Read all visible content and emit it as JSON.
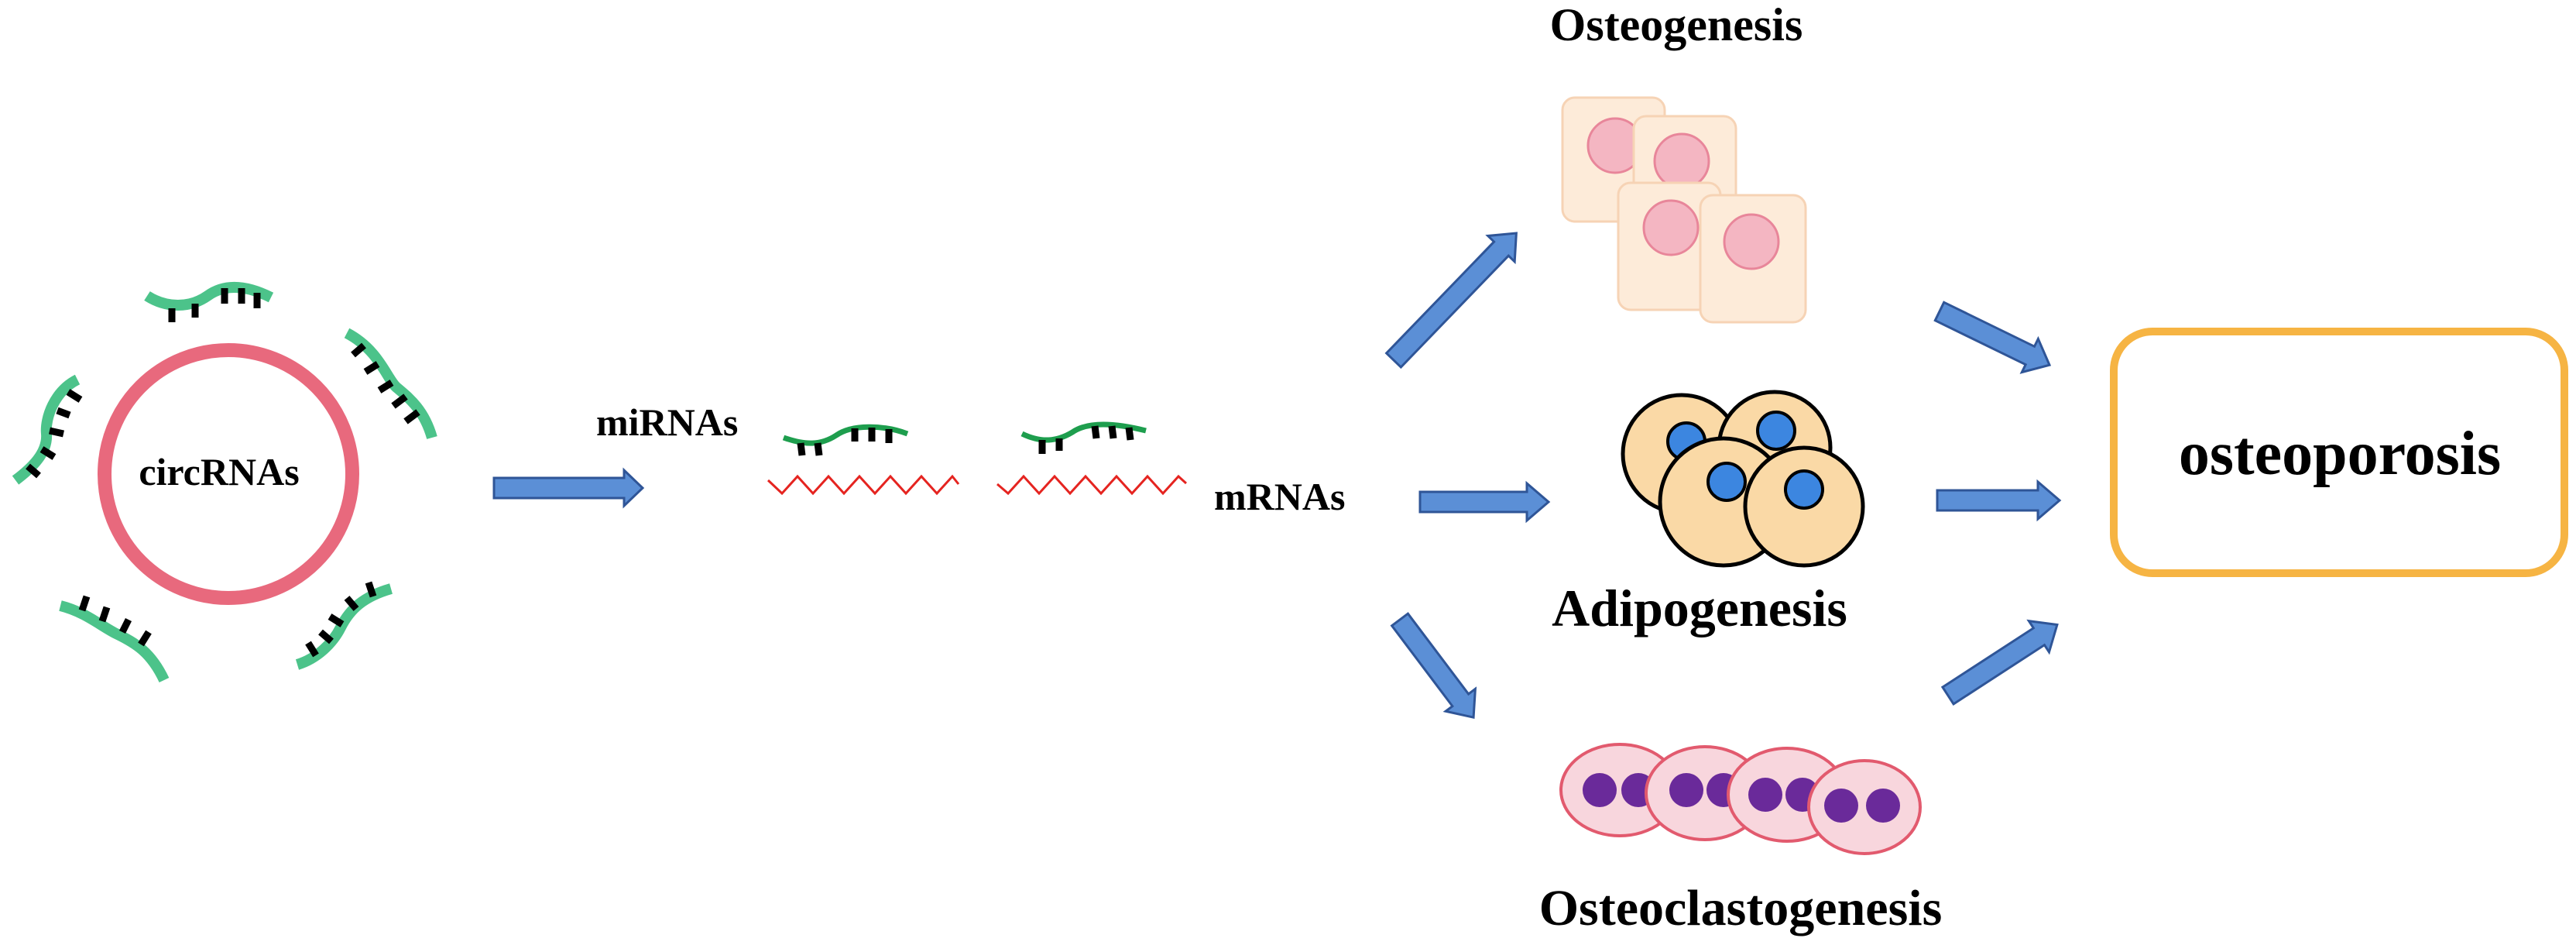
{
  "labels": {
    "circrnas": "circRNAs",
    "mirnas": "miRNAs",
    "mrnas": "mRNAs",
    "osteogenesis": "Osteogenesis",
    "adipogenesis": "Adipogenesis",
    "osteoclastogenesis": "Osteoclastogenesis",
    "osteoporosis": "osteoporosis"
  },
  "colors": {
    "circ_ring": "#E8697D",
    "mirna_strand": "#4CC38A",
    "mirna_strand_small": "#1E9E4E",
    "seed_tick": "#000000",
    "mrna": "#E52420",
    "arrow_fill": "#5B8FD6",
    "arrow_stroke": "#2F5597",
    "osteoblast_body": "#FDEBD9",
    "osteoblast_border": "#F6D3B5",
    "osteoblast_nucleus": "#F4B6C2",
    "osteoblast_nucleus_border": "#E8869A",
    "adipocyte_body": "#FAD9A6",
    "adipocyte_nucleus": "#3C86E0",
    "osteoclast_body": "#F8D6DD",
    "osteoclast_border": "#E25A6E",
    "osteoclast_nucleus": "#6A2A9A",
    "outcome_border": "#F6B443"
  }
}
